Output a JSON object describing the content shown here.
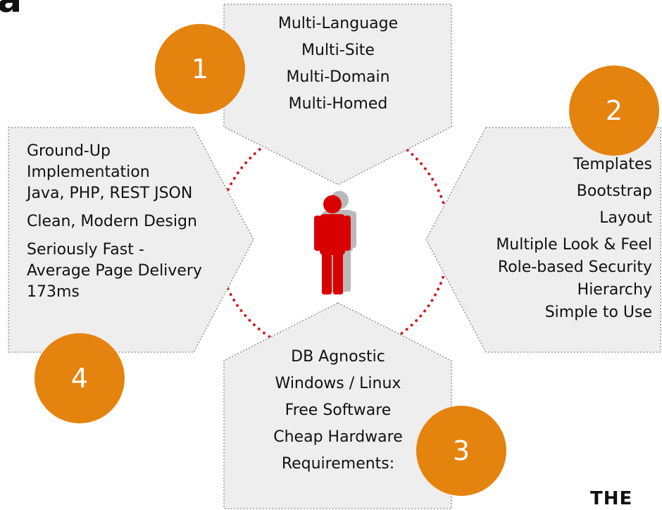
{
  "panels": {
    "top": {
      "badge": "1",
      "lines": [
        "Multi-Language",
        "Multi-Site",
        "Multi-Domain",
        "Multi-Homed"
      ]
    },
    "right": {
      "badge": "2",
      "lines": [
        "Templates",
        "Bootstrap",
        "Layout",
        "Multiple Look & Feel",
        "Role-based  Security",
        "Hierarchy",
        "Simple to Use"
      ]
    },
    "bottom": {
      "badge": "3",
      "lines": [
        "DB Agnostic",
        "Windows /  Linux",
        "Free Software",
        "Cheap Hardware",
        "Requirements:"
      ]
    },
    "left": {
      "badge": "4",
      "lines": [
        "Ground-Up",
        "Implementation",
        "Java, PHP, REST JSON",
        "Clean, Modern Design",
        "Seriously Fast -",
        "Average Page Delivery",
        "173ms"
      ]
    }
  },
  "logo_text": "THE",
  "corner_glyph": "a",
  "colors": {
    "badge": "#e5830f",
    "ring": "#cc1f1f",
    "figure": "#d90000",
    "figure_shadow": "#b9b9b9",
    "panel": "#eeeeee"
  }
}
